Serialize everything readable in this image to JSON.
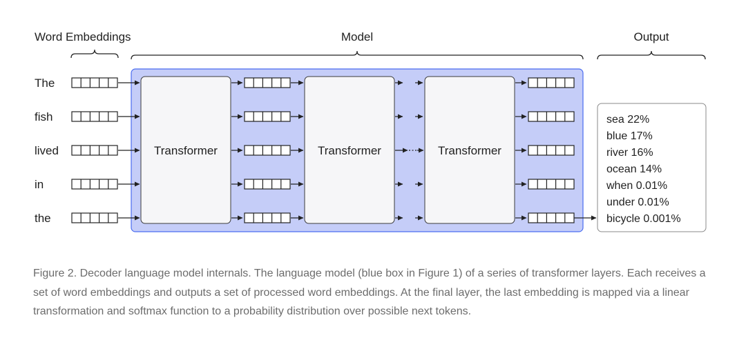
{
  "headers": {
    "embeddings": "Word Embeddings",
    "model": "Model",
    "output": "Output"
  },
  "tokens": [
    "The",
    "fish",
    "lived",
    "in",
    "the"
  ],
  "transformer_label": "Transformer",
  "outputs": [
    {
      "word": "sea",
      "pct": "22%"
    },
    {
      "word": "blue",
      "pct": "17%"
    },
    {
      "word": "river",
      "pct": "16%"
    },
    {
      "word": "ocean",
      "pct": "14%"
    },
    {
      "word": "when",
      "pct": "0.01%"
    },
    {
      "word": "under",
      "pct": "0.01%"
    },
    {
      "word": "bicycle",
      "pct": "0.001%"
    }
  ],
  "caption": "Figure 2. Decoder language model internals. The language model (blue box in Figure 1) of a series of transformer layers. Each receives a set of word embeddings and outputs a set of processed word embeddings. At the final layer, the last embedding is mapped via a linear transformation and softmax function to a probability distribution over possible next tokens.",
  "colors": {
    "model_fill": "#c5cdf8",
    "model_stroke": "#4a6cf0",
    "transformer_fill": "#f6f6f8",
    "line": "#222222",
    "caption": "#6c6c6c"
  }
}
